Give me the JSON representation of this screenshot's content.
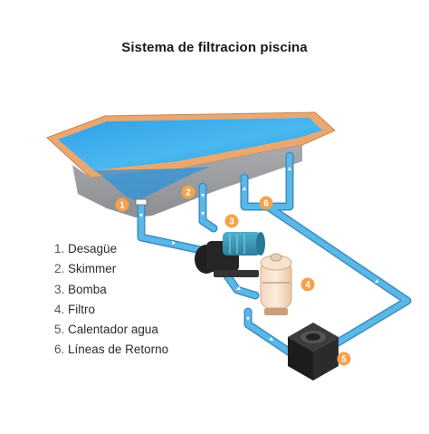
{
  "title": "Sistema de filtracion piscina",
  "legend": [
    {
      "num": "1.",
      "label": "Desagüe"
    },
    {
      "num": "2.",
      "label": "Skimmer"
    },
    {
      "num": "3.",
      "label": "Bomba"
    },
    {
      "num": "4.",
      "label": "Filtro"
    },
    {
      "num": "5.",
      "label": "Calentador agua"
    },
    {
      "num": "6.",
      "label": "Líneas de Retorno"
    }
  ],
  "markers": [
    "1",
    "2",
    "3",
    "4",
    "5",
    "6"
  ],
  "colors": {
    "pipe": "#5ab7e6",
    "pipe_outline": "#3b8fc0",
    "badge": "#f4a34d",
    "pool_rim": "#e9a871",
    "pool_water": "#37a9ea",
    "pool_wall": "#9b9da0"
  }
}
